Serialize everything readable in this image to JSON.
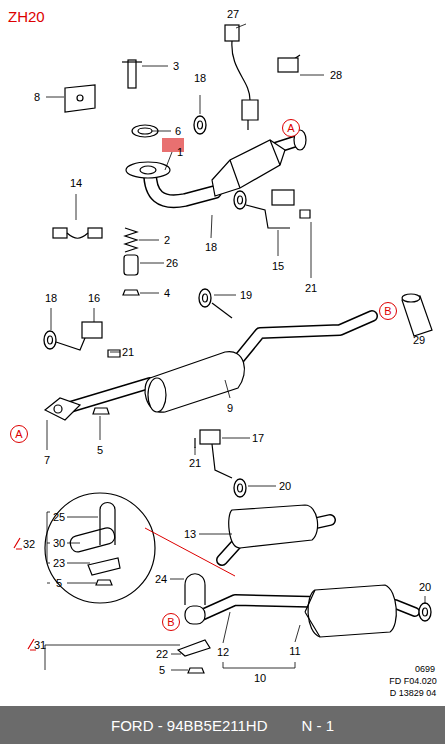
{
  "diagram": {
    "title": "ZH20",
    "nodes": [
      {
        "text": [
          "A"
        ]
      },
      {
        "text": [
          "B"
        ]
      },
      {
        "text": [
          "A"
        ]
      },
      {
        "text": [
          "B"
        ]
      },
      {
        "text": [
          "FORD - 94BB5E211HD",
          "N - 1"
        ]
      }
    ],
    "edges": [],
    "labels": [
      "27",
      "3",
      "8",
      "28",
      "18",
      "6",
      "1",
      "14",
      "2",
      "18",
      "15",
      "26",
      "4",
      "21",
      "18",
      "16",
      "19",
      "29",
      "21",
      "9",
      "7",
      "5",
      "17",
      "21",
      "20",
      "25",
      "30",
      "32",
      "23",
      "5",
      "13",
      "24",
      "20",
      "31",
      "22",
      "12",
      "11",
      "5",
      "10",
      "0699",
      "FD F04.020",
      "D 13829 04"
    ]
  }
}
